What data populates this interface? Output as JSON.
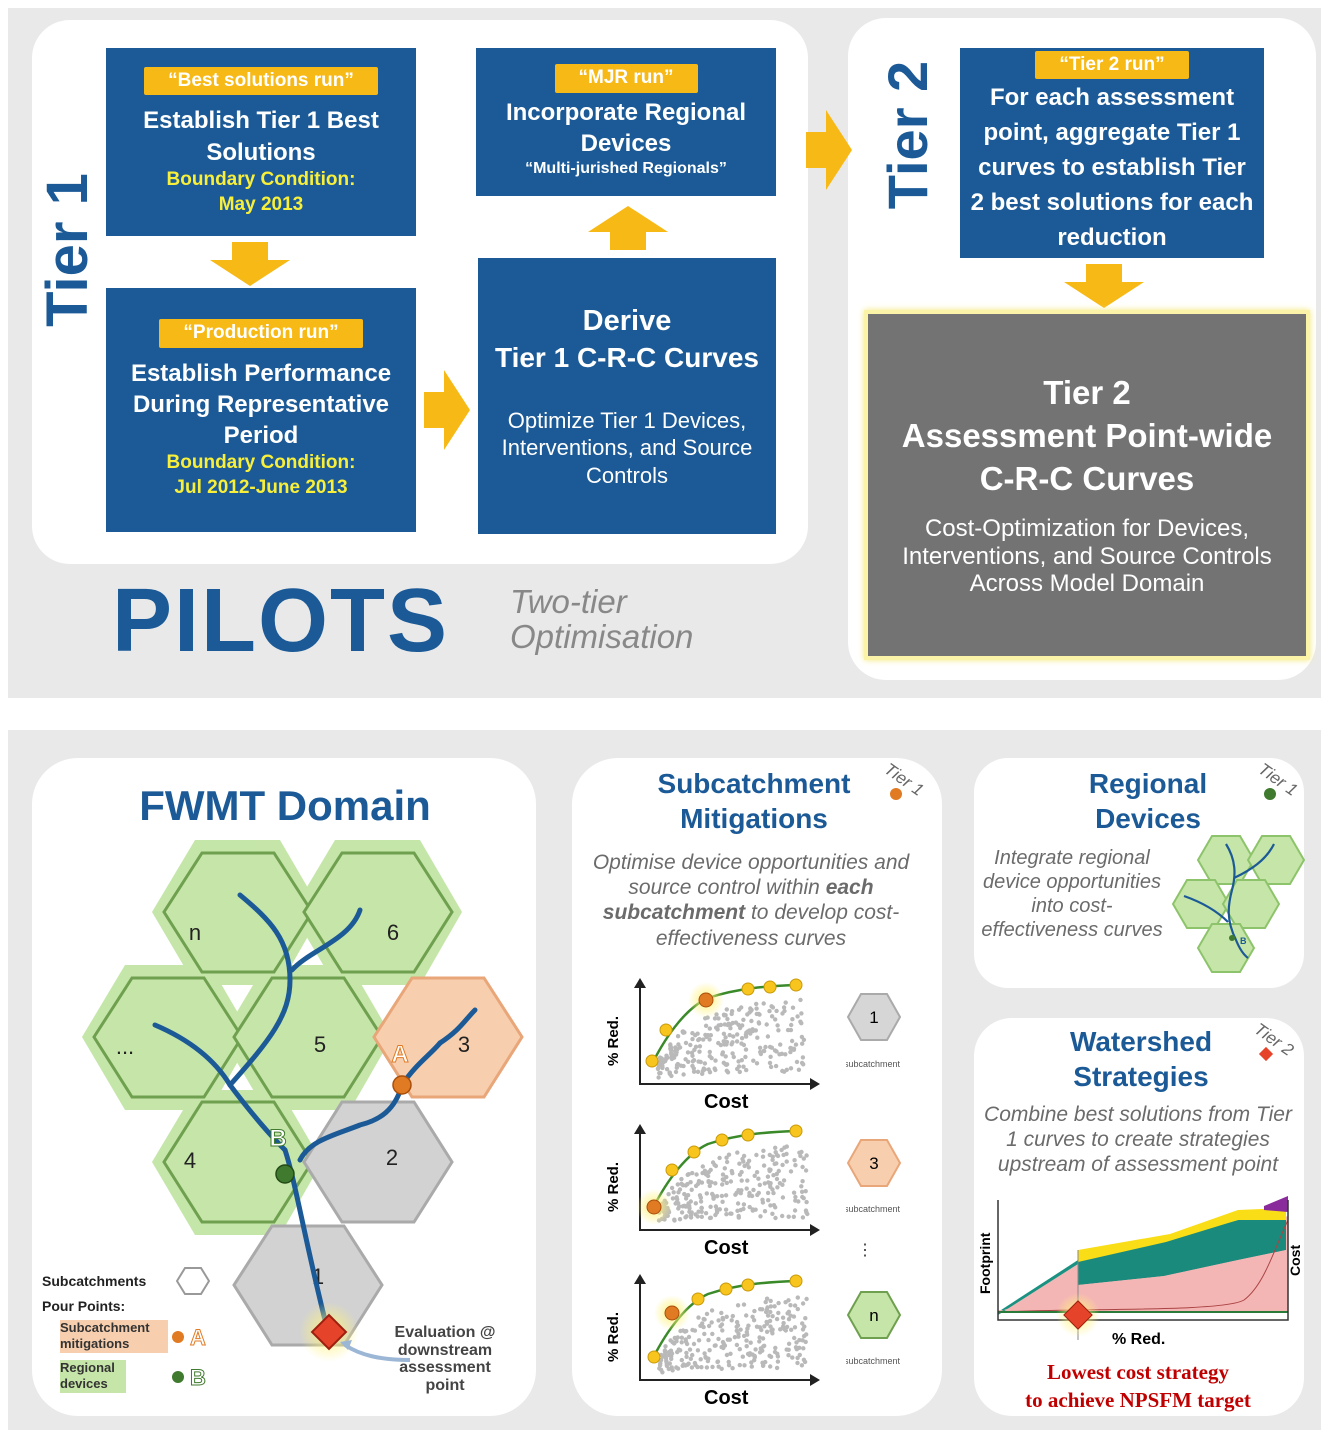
{
  "tier1_label": "Tier 1",
  "tier2_label": "Tier 2",
  "box_best": {
    "tag": "“Best solutions run”",
    "title": "Establish Tier 1 Best Solutions",
    "bc_label": "Boundary Condition:",
    "bc_value": "May 2013"
  },
  "box_production": {
    "tag": "“Production run”",
    "title": "Establish Performance During Representative Period",
    "bc_label": "Boundary Condition:",
    "bc_value": "Jul 2012-June 2013"
  },
  "box_mjr": {
    "tag": "“MJR run”",
    "title": "Incorporate Regional Devices",
    "subtitle": "“Multi-jurished Regionals”"
  },
  "box_derive": {
    "title_line1": "Derive",
    "title_line2": "Tier 1 C-R-C Curves",
    "body": "Optimize Tier 1 Devices, Interventions, and Source Controls"
  },
  "box_tier2run": {
    "tag": "“Tier 2 run”",
    "title": "For each assessment point, aggregate Tier 1 curves to establish Tier 2 best solutions for each reduction"
  },
  "box_tier2_gray": {
    "line1": "Tier 2",
    "line2": "Assessment Point-wide",
    "line3": "C-R-C Curves",
    "body": "Cost-Optimization for Devices, Interventions, and Source Controls Across Model Domain"
  },
  "pilots": "PILOTS",
  "two_tier": "Two-tier Optimisation",
  "fwmt": {
    "title": "FWMT Domain",
    "hex_labels": [
      "n",
      "6",
      "...",
      "5",
      "3",
      "4",
      "2",
      "1"
    ],
    "pour_a": "A",
    "pour_b": "B",
    "legend_subcatchments": "Subcatchments",
    "legend_pour_points": "Pour Points:",
    "legend_subcatchment_mitigations": "Subcatchment mitigations",
    "legend_regional_devices": "Regional devices",
    "evaluation": "Evaluation @ downstream assessment point"
  },
  "subcatchment": {
    "title": "Subcatchment Mitigations",
    "tier_tag": "Tier 1",
    "desc_pre": "Optimise device opportunities and source control within ",
    "desc_bold": "each subcatchment",
    "desc_post": " to develop cost-effectiveness curves",
    "ylabel": "% Red.",
    "xlabel": "Cost",
    "hex_labels": [
      "1",
      "3",
      "n"
    ],
    "hex_caption": "subcatchment",
    "ellipsis": "⋮"
  },
  "regional": {
    "title": "Regional Devices",
    "tier_tag": "Tier 1",
    "desc": "Integrate regional device opportunities into cost-effectiveness curves"
  },
  "watershed": {
    "title": "Watershed Strategies",
    "tier_tag": "Tier 2",
    "desc": "Combine best solutions from Tier 1 curves to create strategies upstream of assessment point",
    "ylabel": "Footprint",
    "xlabel": "% Red.",
    "y2label": "Cost",
    "conclusion_line1": "Lowest cost strategy",
    "conclusion_line2": "to achieve NPSFM target"
  },
  "colors": {
    "blue": "#1b5a96",
    "yellow": "#f7b916",
    "gray_box": "#737373",
    "green_hex": "#c6e5a8",
    "orange_hex": "#f8cfae"
  }
}
